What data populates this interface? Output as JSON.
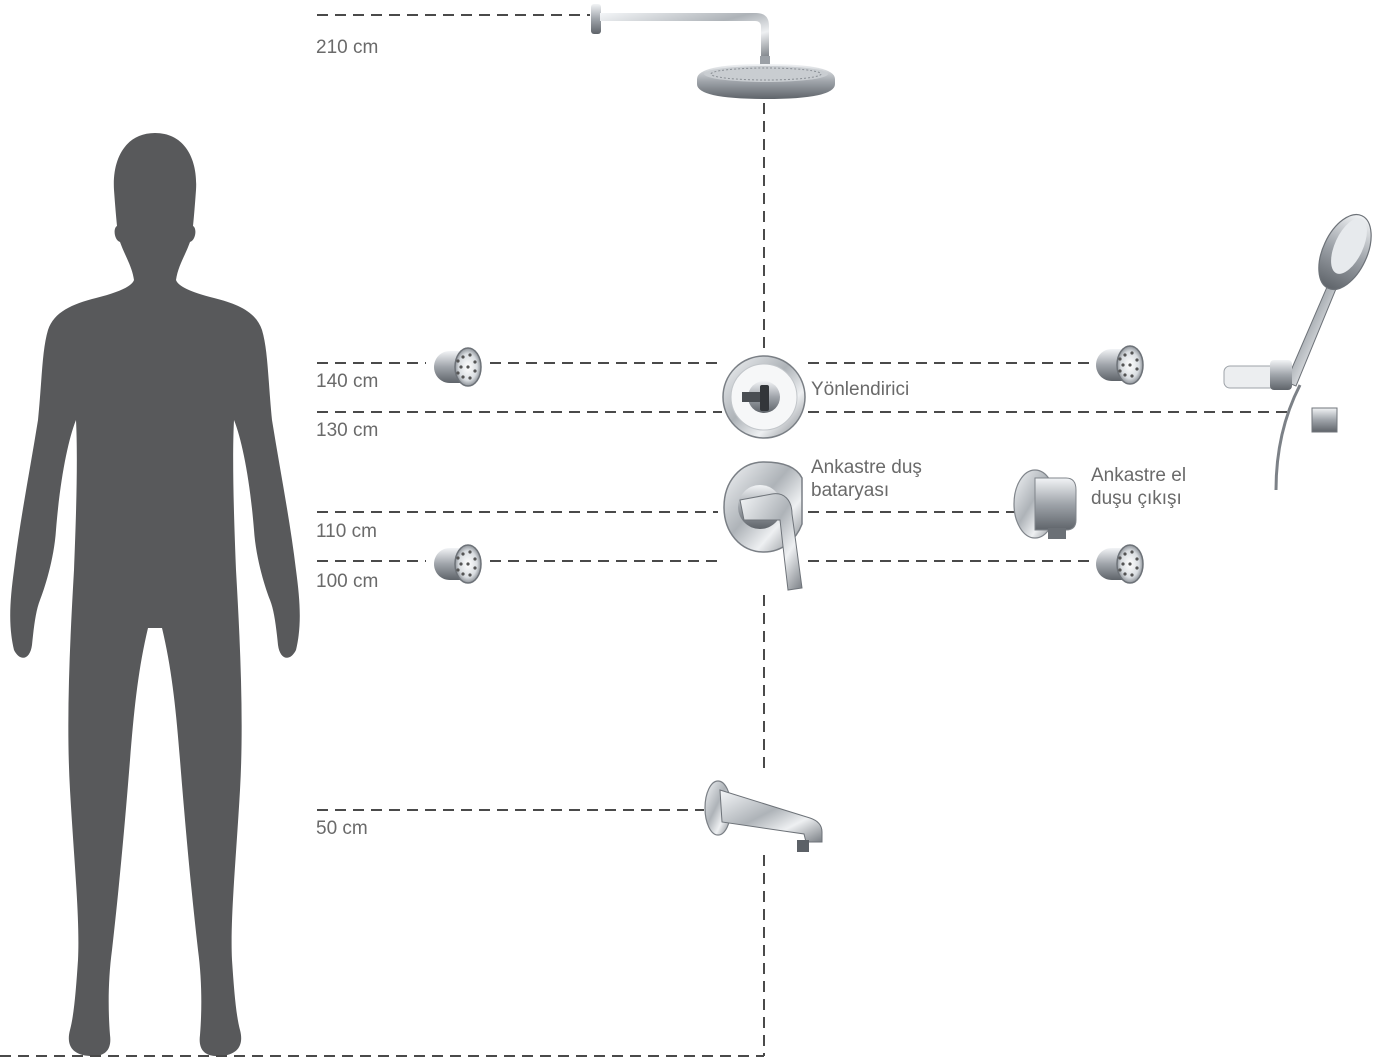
{
  "heights": {
    "h210": "210 cm",
    "h140": "140 cm",
    "h130": "130 cm",
    "h110": "110 cm",
    "h100": "100 cm",
    "h50": "50 cm"
  },
  "components": {
    "diverter": "Yönlendirici",
    "mixer_line1": "Ankastre duş",
    "mixer_line2": "bataryası",
    "outlet_line1": "Ankastre el",
    "outlet_line2": "duşu çıkışı"
  },
  "colors": {
    "silhouette": "#58595b",
    "dash": "#4a4a4a",
    "text": "#6a6a6a",
    "chrome_dark": "#7a7f85",
    "chrome_light": "#e8ebee"
  },
  "icons": [
    "human-silhouette-icon",
    "rain-shower-head-icon",
    "body-jet-icon",
    "diverter-valve-icon",
    "shower-mixer-icon",
    "wall-outlet-icon",
    "hand-shower-icon",
    "bath-spout-icon"
  ]
}
